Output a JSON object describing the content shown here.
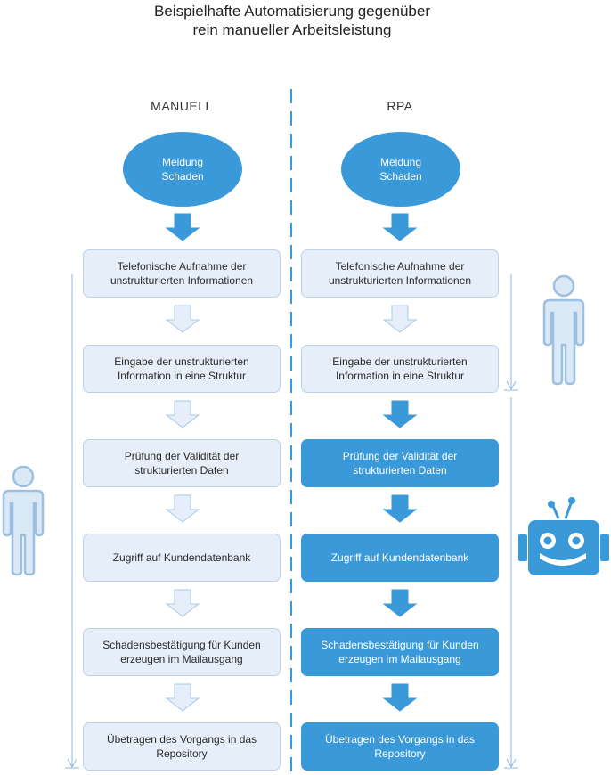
{
  "title": {
    "line1": "Beispielhafte Automatisierung gegenüber",
    "line2": "rein manueller Arbeitsleistung"
  },
  "columns": {
    "manual": {
      "heading": "MANUELL",
      "start": [
        "Meldung",
        "Schaden"
      ],
      "steps": [
        [
          "Telefonische Aufnahme der",
          "unstrukturierten Informationen"
        ],
        [
          "Eingabe der unstrukturierten",
          "Information in eine Struktur"
        ],
        [
          "Prüfung der Validität der",
          "strukturierten Daten"
        ],
        [
          "Zugriff auf Kundendatenbank"
        ],
        [
          "Schadensbestätigung für Kunden",
          "erzeugen im Mailausgang"
        ],
        [
          "Übetragen des Vorgangs in das",
          "Repository"
        ]
      ]
    },
    "rpa": {
      "heading": "RPA",
      "start": [
        "Meldung",
        "Schaden"
      ],
      "steps": [
        [
          "Telefonische Aufnahme der",
          "unstrukturierten Informationen"
        ],
        [
          "Eingabe der unstrukturierten",
          "Information in eine Struktur"
        ],
        [
          "Prüfung der Validität der",
          "strukturierten Daten"
        ],
        [
          "Zugriff auf Kundendatenbank"
        ],
        [
          "Schadensbestätigung für Kunden",
          "erzeugen im Mailausgang"
        ],
        [
          "Übetragen des Vorgangs in das",
          "Repository"
        ]
      ],
      "automated_from_step": 2
    }
  },
  "icons": {
    "manual_actor": "person-icon",
    "rpa_human_actor": "person-icon",
    "rpa_bot_actor": "robot-icon"
  },
  "colors": {
    "accent": "#3a9ad9",
    "light_fill": "#e6eff9",
    "light_border": "#bcd2ea",
    "person_stroke": "#9cc0e0",
    "person_fill": "#dbe9f7"
  }
}
